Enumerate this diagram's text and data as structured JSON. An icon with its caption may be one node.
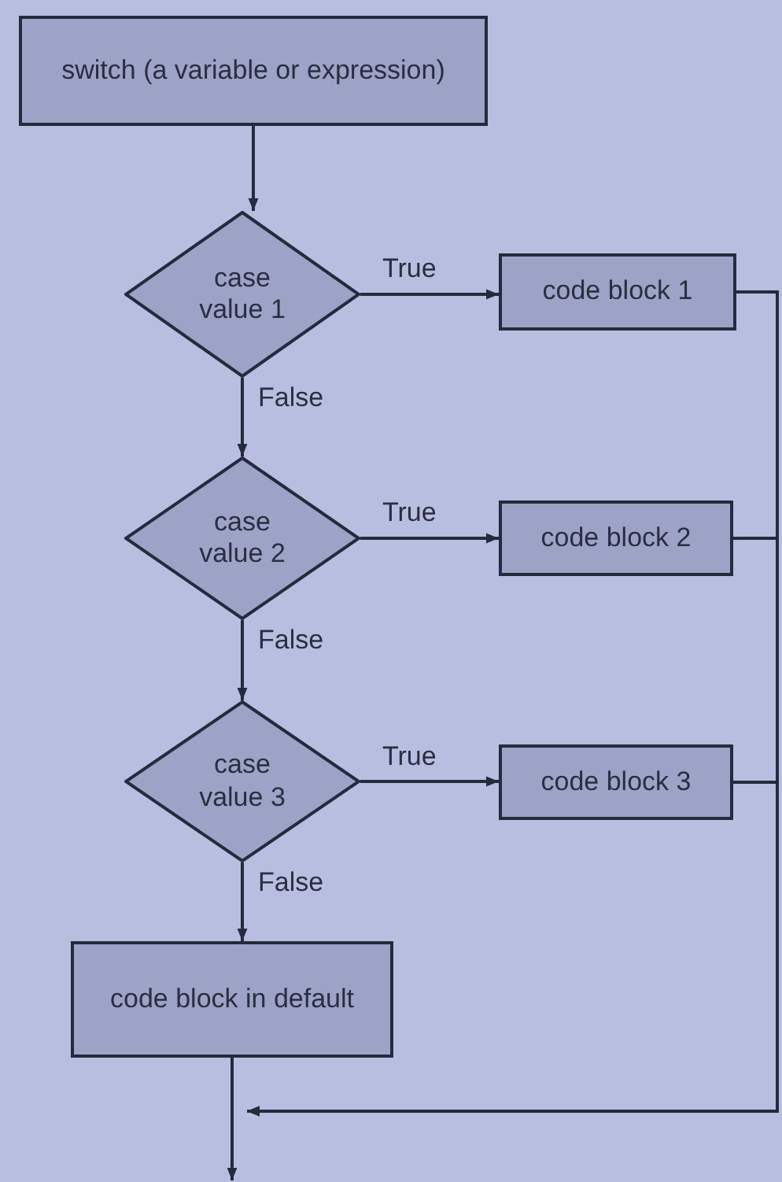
{
  "diagram": {
    "nodes": [
      {
        "text": [
          "switch (a variable or expression)"
        ]
      },
      {
        "text": [
          "case value 1"
        ]
      },
      {
        "text": [
          "code block 1"
        ]
      },
      {
        "text": [
          "case value 2"
        ]
      },
      {
        "text": [
          "code block 2"
        ]
      },
      {
        "text": [
          "case value 3"
        ]
      },
      {
        "text": [
          "code block 3"
        ]
      },
      {
        "text": [
          "code block in default"
        ]
      }
    ],
    "edges": [
      {
        "from": 0,
        "to": 1,
        "arrow": "to"
      },
      {
        "from": 1,
        "to": 2,
        "arrow": "to",
        "label": "True"
      },
      {
        "from": 1,
        "to": 3,
        "arrow": "to",
        "label": "False"
      },
      {
        "from": 3,
        "to": 4,
        "arrow": "to",
        "label": "True"
      },
      {
        "from": 3,
        "to": 5,
        "arrow": "to",
        "label": "False"
      },
      {
        "from": 5,
        "to": 6,
        "arrow": "to",
        "label": "True"
      },
      {
        "from": 5,
        "to": 7,
        "arrow": "to",
        "label": "False"
      },
      {
        "from": 2,
        "to": null,
        "arrow": "to"
      },
      {
        "from": 4,
        "to": null,
        "arrow": "to"
      },
      {
        "from": 6,
        "to": null,
        "arrow": "to"
      },
      {
        "from": 7,
        "to": null,
        "arrow": "to"
      }
    ]
  }
}
